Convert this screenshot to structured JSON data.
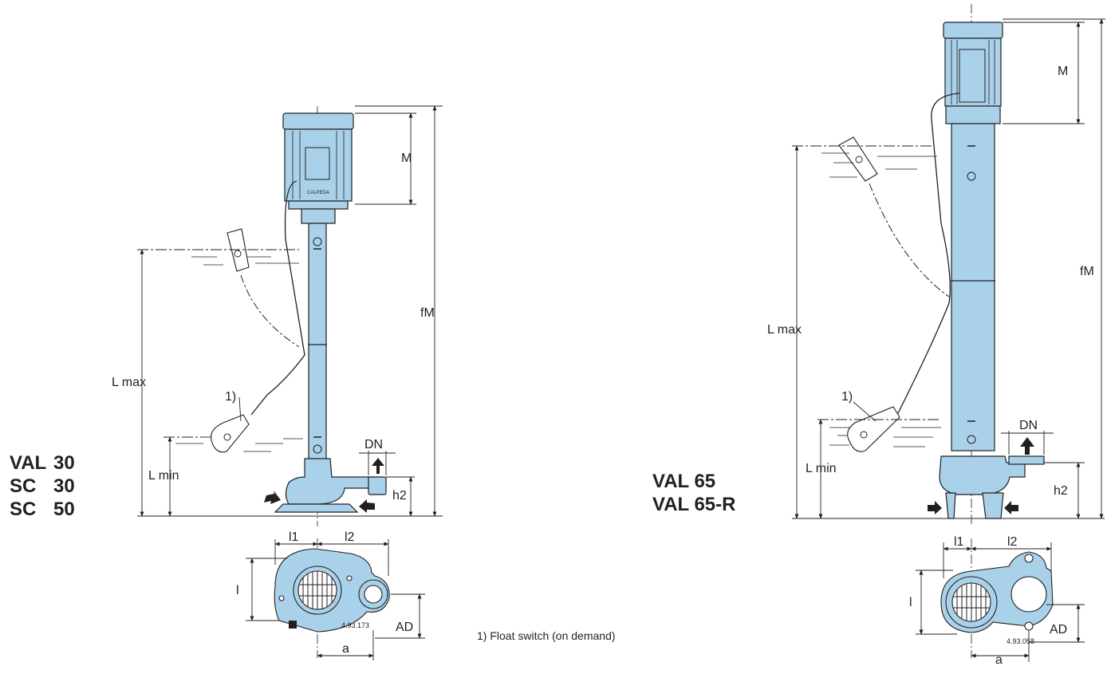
{
  "left_models": [
    {
      "name": "VAL",
      "num": "30"
    },
    {
      "name": "SC",
      "num": "30"
    },
    {
      "name": "SC",
      "num": "50"
    }
  ],
  "right_models": [
    "VAL 65",
    "VAL 65-R"
  ],
  "dimensions": {
    "M": "M",
    "fM": "fM",
    "Lmax": "L max",
    "Lmin": "L min",
    "DN": "DN",
    "h2": "h2",
    "l1": "l1",
    "l2": "l2",
    "l": "l",
    "AD": "AD",
    "a": "a",
    "callout": "1)"
  },
  "drawing_numbers": {
    "left": "4.93.173",
    "right": "4.93.058"
  },
  "brand_plate": "CALPEDA",
  "footnote": "1)  Float switch (on demand)",
  "colors": {
    "pump_fill": "#a9d2ea",
    "line": "#231f20"
  }
}
